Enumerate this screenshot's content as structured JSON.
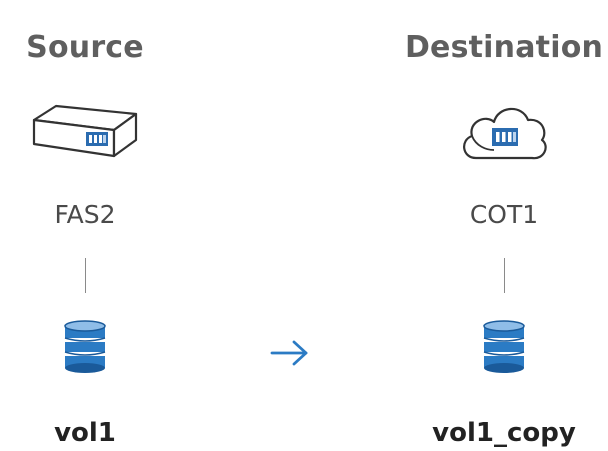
{
  "source": {
    "heading": "Source",
    "system_name": "FAS2",
    "system_icon": "storage-appliance-icon",
    "volume_name": "vol1",
    "volume_icon": "volume-database-icon"
  },
  "destination": {
    "heading": "Destination",
    "system_name": "COT1",
    "system_icon": "cloud-storage-icon",
    "volume_name": "vol1_copy",
    "volume_icon": "volume-database-icon"
  },
  "relationship": {
    "icon": "arrow-right-icon",
    "color": "#2b7bc4"
  },
  "colors": {
    "heading": "#5f5f5f",
    "accent": "#2b7bc4",
    "accent_dark": "#1a5a9a"
  }
}
